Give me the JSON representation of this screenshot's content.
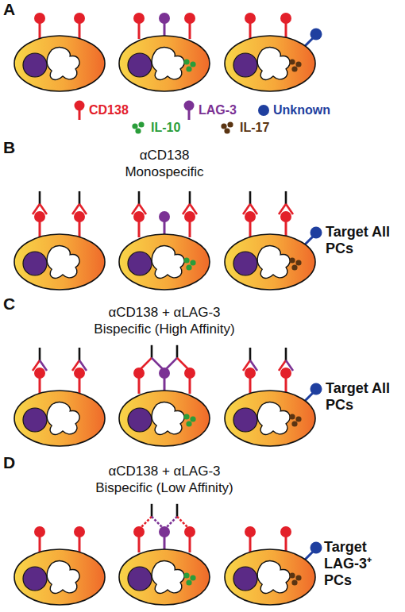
{
  "diagram": {
    "labels": [
      "A",
      "B",
      "C",
      "D",
      "αCD138",
      "Monospecific",
      "Target All PCs",
      "αCD138 + αLAG-3",
      "Bispecific (High Affinity)",
      "Target All PCs",
      "αCD138 + αLAG-3",
      "Bispecific (Low Affinity)",
      "Target LAG-3⁺ PCs"
    ],
    "legend": [
      {
        "text": "CD138"
      },
      {
        "text": "LAG-3"
      },
      {
        "text": "Unknown"
      },
      {
        "text": "IL-10"
      },
      {
        "text": "IL-17"
      }
    ]
  }
}
